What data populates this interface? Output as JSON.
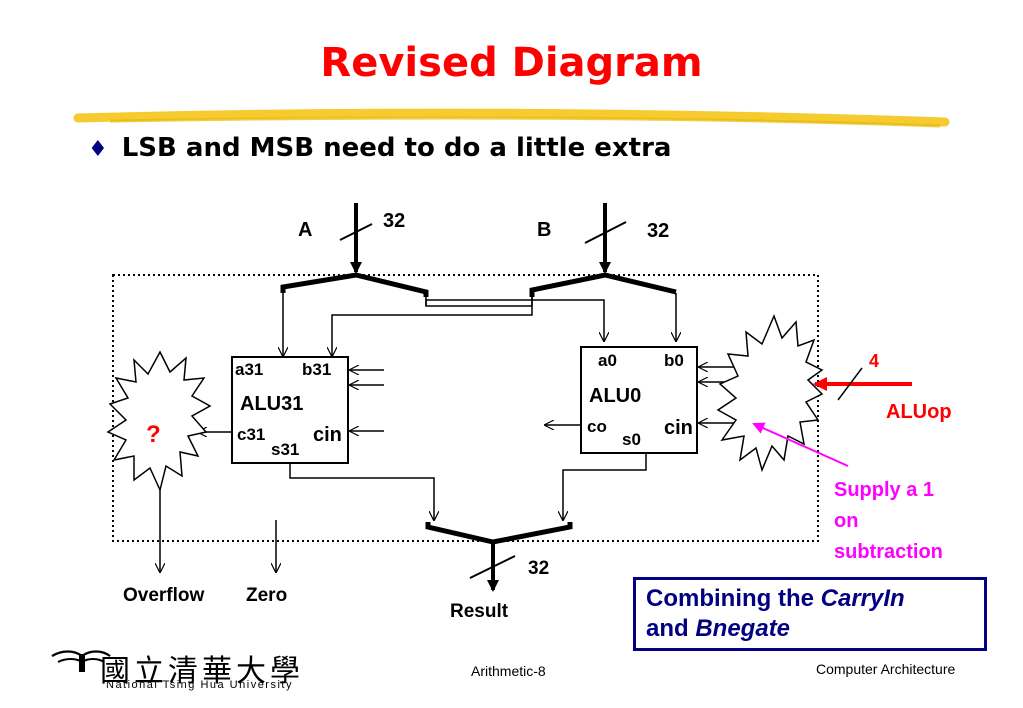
{
  "title": "Revised Diagram",
  "bullet": {
    "symbol": "♦",
    "text": "LSB and MSB need to do a little extra"
  },
  "diagram": {
    "input_a": "A",
    "input_a_width": "32",
    "input_b": "B",
    "input_b_width": "32",
    "alu31": {
      "a": "a31",
      "b": "b31",
      "name": "ALU31",
      "c": "c31",
      "s": "s31",
      "cin": "cin"
    },
    "alu0": {
      "a": "a0",
      "b": "b0",
      "name": "ALU0",
      "co": "co",
      "s": "s0",
      "cin": "cin"
    },
    "question": "?",
    "aluop_width": "4",
    "aluop": "ALUop",
    "supply_note_1": "Supply a 1",
    "supply_note_2": "on",
    "supply_note_3": "subtraction",
    "overflow": "Overflow",
    "zero": "Zero",
    "result_width": "32",
    "result": "Result"
  },
  "callout": {
    "line1_prefix": "Combining the ",
    "line1_em": "CarryIn",
    "line2_prefix": "and ",
    "line2_em": "Bnegate"
  },
  "footer": {
    "slide": "Arithmetic-8",
    "course": "Computer Architecture",
    "university_cjk": "國立清華大學",
    "university_en": "National Tsing Hua University"
  },
  "colors": {
    "title": "#ff0000",
    "accent_magenta": "#ff00ff",
    "callout": "#000080",
    "highlight": "#f5c518"
  }
}
